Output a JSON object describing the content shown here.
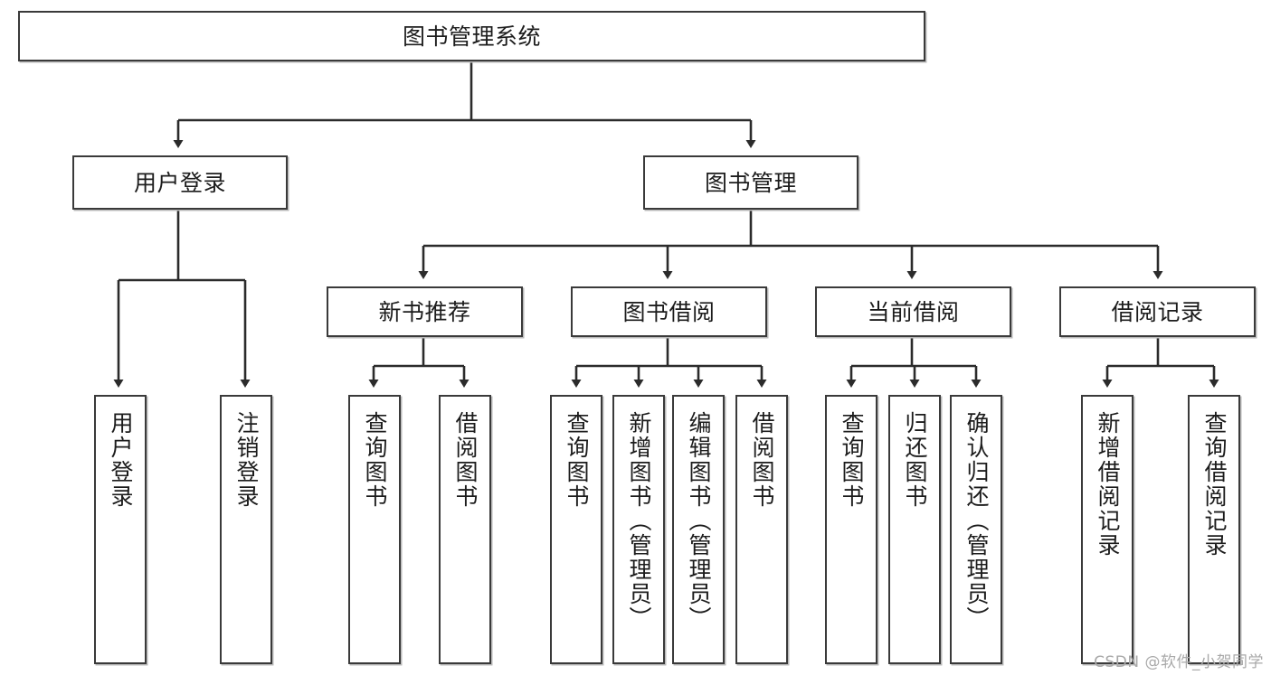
{
  "diagram": {
    "title": "图书管理系统",
    "watermark": "CSDN @软件_小贺同学",
    "colors": {
      "box_border": "#3a3a3a",
      "box_fill": "#ffffff",
      "connector": "#2b2b2b",
      "watermark": "#a9a9a9",
      "background": "#ffffff"
    },
    "root": {
      "label": "图书管理系统"
    },
    "level2": [
      {
        "label": "用户登录"
      },
      {
        "label": "图书管理"
      }
    ],
    "level3": [
      {
        "label": "新书推荐"
      },
      {
        "label": "图书借阅"
      },
      {
        "label": "当前借阅"
      },
      {
        "label": "借阅记录"
      }
    ],
    "leaves": {
      "user_login": [
        {
          "label": "用户登录"
        },
        {
          "label": "注销登录"
        }
      ],
      "new_book_recommend": [
        {
          "label": "查询图书"
        },
        {
          "label": "借阅图书"
        }
      ],
      "book_borrow": [
        {
          "label": "查询图书"
        },
        {
          "label": "新增图书（管理员）"
        },
        {
          "label": "编辑图书（管理员）"
        },
        {
          "label": "借阅图书"
        }
      ],
      "current_borrow": [
        {
          "label": "查询图书"
        },
        {
          "label": "归还图书"
        },
        {
          "label": "确认归还（管理员）"
        }
      ],
      "borrow_record": [
        {
          "label": "新增借阅记录"
        },
        {
          "label": "查询借阅记录"
        }
      ]
    }
  }
}
